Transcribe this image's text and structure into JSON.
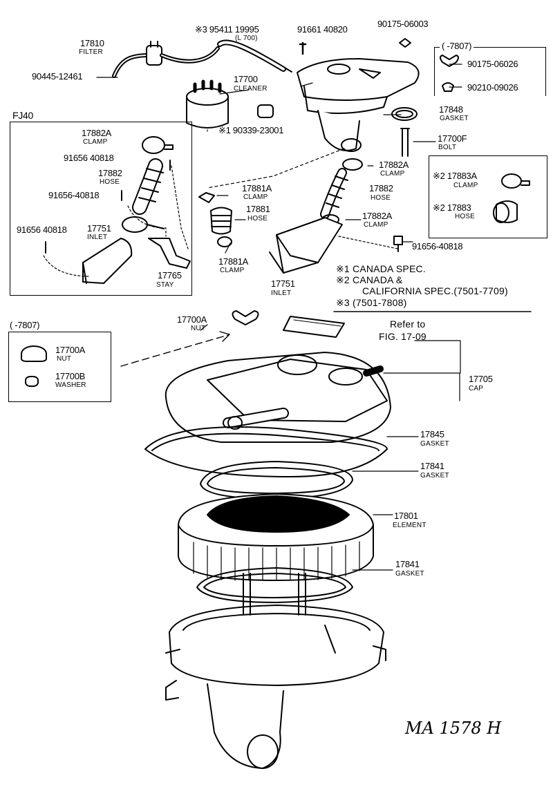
{
  "labels": {
    "p_17810": "17810",
    "n_filter": "FILTER",
    "p_90445": "90445-12461",
    "p_95411": "※3 95411 19995",
    "p_l700": "(L  700)",
    "p_91661": "91661 40820",
    "p_90175_top": "90175-06003",
    "p_17700_cleaner": "17700",
    "n_cleaner": "CLEANER",
    "p_90339": "※1 90339-23001",
    "box_7807_top": "(  -7807)",
    "p_90175_box": "90175-06026",
    "p_90210_box": "90210-09026",
    "p_17848": "17848",
    "n_17848": "GASKET",
    "p_17700f": "17700F",
    "n_17700f": "BOLT",
    "fj40": "FJ40",
    "p_17882a_l": "17882A",
    "n_17882a_l": "CLAMP",
    "p_91656_a": "91656 40818",
    "p_17882_l": "17882",
    "n_17882_l": "HOSE",
    "p_91656_b": "91656-40818",
    "p_91656_c": "91656 40818",
    "p_17751_l": "17751",
    "n_17751_l": "INLET",
    "p_17765": "17765",
    "n_17765": "STAY",
    "p_17881a_t": "17881A",
    "n_17881a_t": "CLAMP",
    "p_17881": "17881",
    "n_17881": "HOSE",
    "p_17881a_b": "17881A",
    "n_17881a_b": "CLAMP",
    "p_17882a_r": "17882A",
    "n_17882a_r": "CLAMP",
    "p_17882_r": "17882",
    "n_17882_r": "HOSE",
    "p_17882a_r2": "17882A",
    "n_17882a_r2": "CLAMP",
    "p_17751_c": "17751",
    "n_17751_c": "INLET",
    "p_91656_d": "91656-40818",
    "p_17883a": "※2 17883A",
    "n_17883a": "CLAMP",
    "p_17883": "※2 17883",
    "n_17883": "HOSE",
    "note1": "※1 CANADA SPEC.",
    "note2": "※2 CANADA &",
    "note2b": "CALIFORNIA SPEC.(7501-7709)",
    "note3": "※3 (7501-7808)",
    "p_17700a_c": "17700A",
    "n_17700a_c": "NUT",
    "refer1": "Refer to",
    "refer2": "FIG. 17-09",
    "box_7807_mid": "(  -7807)",
    "p_17700a_box": "17700A",
    "n_17700a_box": "NUT",
    "p_17700b": "17700B",
    "n_17700b": "WASHER",
    "p_17705": "17705",
    "n_17705": "CAP",
    "p_17845": "17845",
    "n_17845": "GASKET",
    "p_17841_t": "17841",
    "n_17841_t": "GASKET",
    "p_17801": "17801",
    "n_17801": "ELEMENT",
    "p_17841_b": "17841",
    "n_17841_b": "GASKET",
    "code": "MA 1578 H"
  }
}
